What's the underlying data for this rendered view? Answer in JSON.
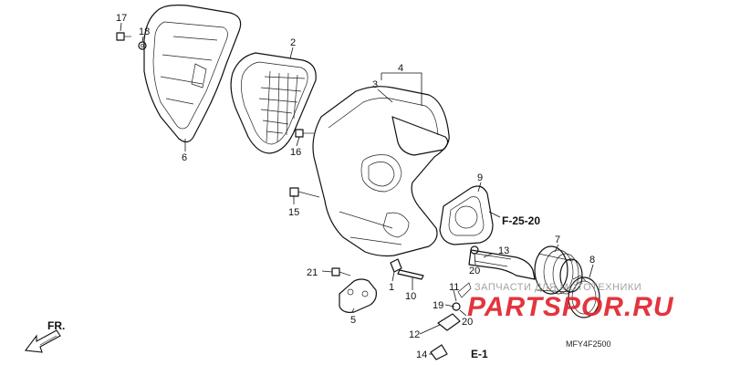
{
  "parts": {
    "p1": "1",
    "p2": "2",
    "p3": "3",
    "p4": "4",
    "p5": "5",
    "p6": "6",
    "p7": "7",
    "p8": "8",
    "p9": "9",
    "p10": "10",
    "p11": "11",
    "p12": "12",
    "p13": "13",
    "p14": "14",
    "p15": "15",
    "p16": "16",
    "p17": "17",
    "p18": "18",
    "p19": "19",
    "p20a": "20",
    "p20b": "20",
    "p21": "21"
  },
  "references": {
    "f": "F-25-20",
    "e": "E-1"
  },
  "direction_label": "FR.",
  "diagram_code": "MFY4F2500",
  "watermark": {
    "tagline": "ЗАПЧАСТИ ДЛЯ МОТОТЕХНИКИ",
    "brand": "PARTSPOR.RU",
    "brand_color": "#e0202a"
  }
}
